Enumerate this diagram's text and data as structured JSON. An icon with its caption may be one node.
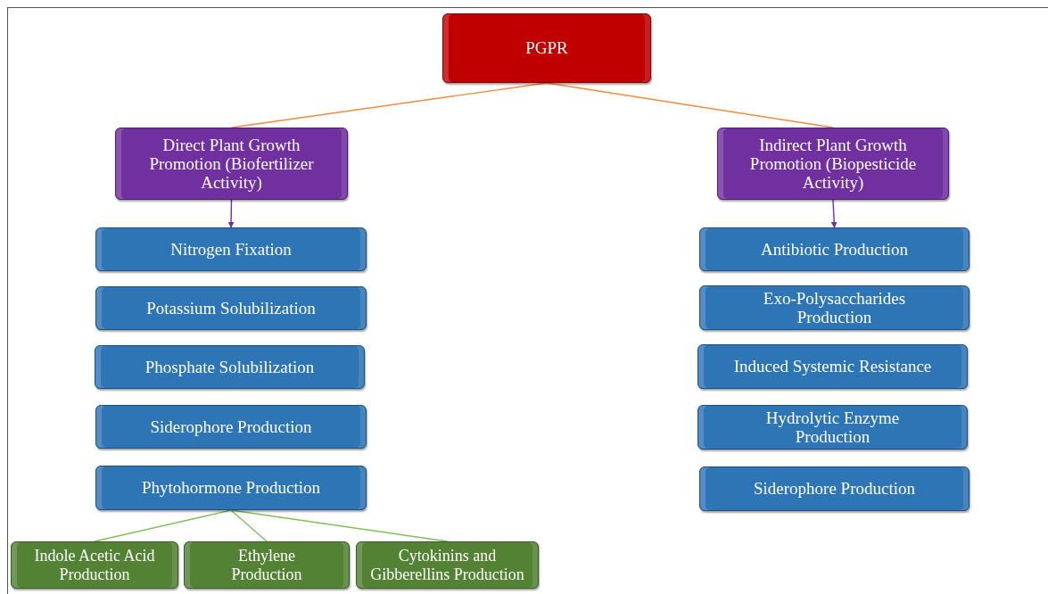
{
  "diagram": {
    "nodes": [
      {
        "text": [
          "PGPR"
        ]
      },
      {
        "text": [
          "Direct Plant Growth Promotion (Biofertilizer Activity)"
        ]
      },
      {
        "text": [
          "Indirect Plant Growth Promotion (Biopesticide Activity)"
        ]
      },
      {
        "text": [
          "Nitrogen Fixation"
        ]
      },
      {
        "text": [
          "Potassium Solubilization"
        ]
      },
      {
        "text": [
          "Phosphate Solubilization"
        ]
      },
      {
        "text": [
          "Siderophore Production"
        ]
      },
      {
        "text": [
          "Phytohormone Production"
        ]
      },
      {
        "text": [
          "Antibiotic Production"
        ]
      },
      {
        "text": [
          "Exo-Polysaccharides Production"
        ]
      },
      {
        "text": [
          "Induced Systemic Resistance"
        ]
      },
      {
        "text": [
          "Hydrolytic Enzyme Production"
        ]
      },
      {
        "text": [
          "Siderophore Production"
        ]
      },
      {
        "text": [
          "Indole Acetic Acid Production"
        ]
      },
      {
        "text": [
          "Ethylene Production"
        ]
      },
      {
        "text": [
          "Cytokinins and Gibberellins Production"
        ]
      }
    ],
    "edges": [
      {
        "from": 0,
        "to": 1,
        "arrow": "none",
        "color": "#f4893e"
      },
      {
        "from": 0,
        "to": 2,
        "arrow": "none",
        "color": "#f4893e"
      },
      {
        "from": 1,
        "to": 3,
        "arrow": "to",
        "color": "#7030a0"
      },
      {
        "from": 2,
        "to": 8,
        "arrow": "to",
        "color": "#7030a0"
      },
      {
        "from": 7,
        "to": 13,
        "arrow": "none",
        "color": "#7fbf5a"
      },
      {
        "from": 7,
        "to": 14,
        "arrow": "none",
        "color": "#7fbf5a"
      },
      {
        "from": 7,
        "to": 15,
        "arrow": "none",
        "color": "#7fbf5a"
      }
    ]
  }
}
